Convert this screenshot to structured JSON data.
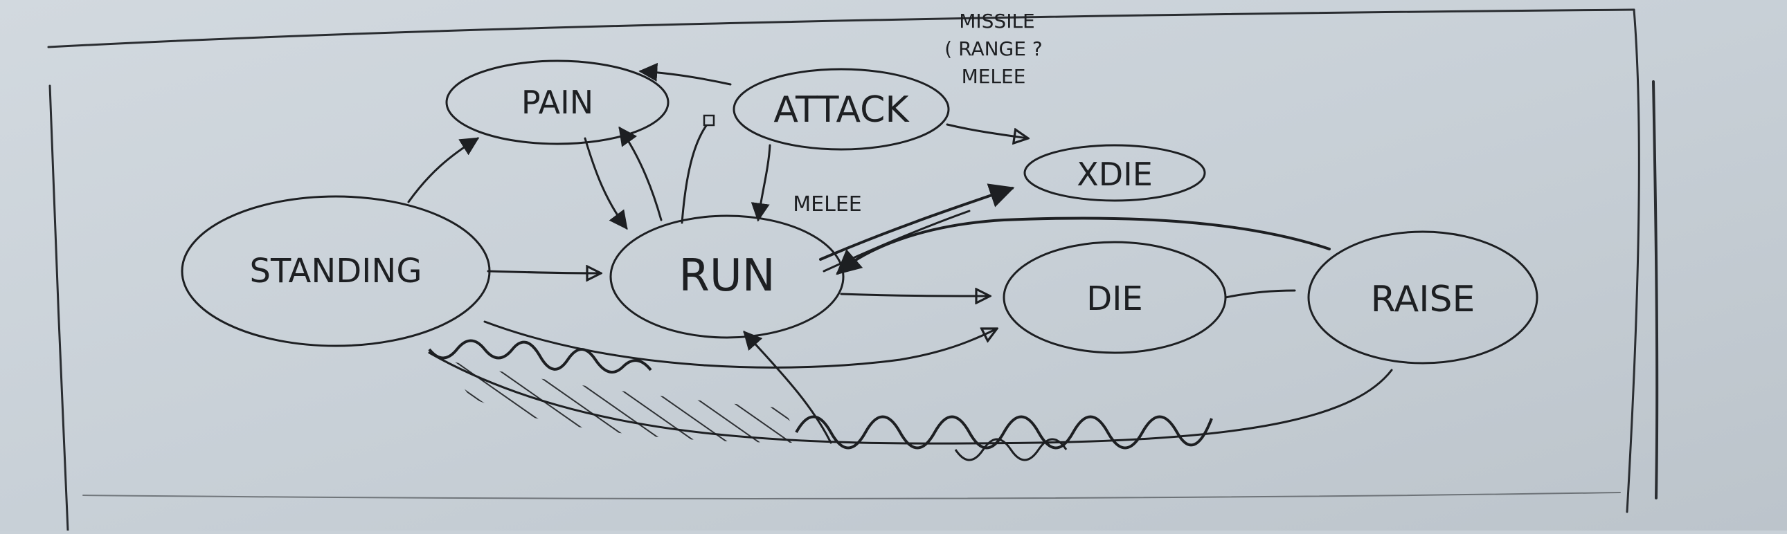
{
  "diagram": {
    "states": {
      "pain": "PAIN",
      "attack": "ATTACK",
      "xdie": "XDIE",
      "standing": "STANDING",
      "run": "RUN",
      "die": "DIE",
      "raise": "RAISE"
    },
    "annotations": {
      "attack_note_line1": "MISSILE",
      "attack_note_line2": "( RANGE ?",
      "attack_note_line3": "MELEE",
      "attack_to_run_label": "MELEE"
    }
  },
  "colors": {
    "paper": "#c9d1d8",
    "ink": "#1d1f22"
  }
}
